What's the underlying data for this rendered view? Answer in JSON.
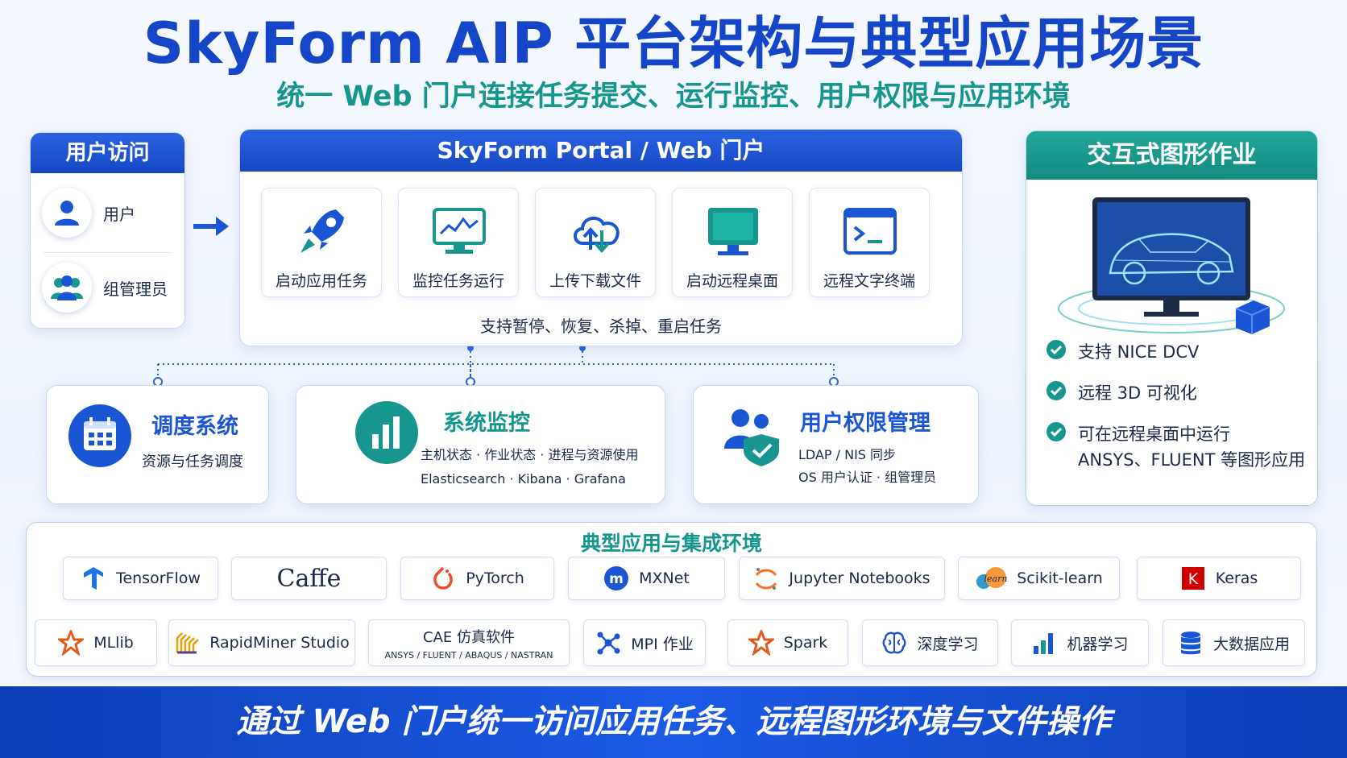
{
  "title": "SkyForm AIP 平台架构与典型应用场景",
  "subtitle": "统一 Web 门户连接任务提交、运行监控、用户权限与应用环境",
  "user_access": {
    "header": "用户访问",
    "items": [
      {
        "label": "用户",
        "icon": "user-icon"
      },
      {
        "label": "组管理员",
        "icon": "group-icon"
      }
    ]
  },
  "portal": {
    "header": "SkyForm Portal / Web 门户",
    "features": [
      {
        "label": "启动应用任务",
        "icon": "rocket-icon"
      },
      {
        "label": "监控任务运行",
        "icon": "monitor-chart-icon"
      },
      {
        "label": "上传下载文件",
        "icon": "cloud-transfer-icon"
      },
      {
        "label": "启动远程桌面",
        "icon": "desktop-icon"
      },
      {
        "label": "远程文字终端",
        "icon": "terminal-icon"
      }
    ],
    "note": "支持暂停、恢复、杀掉、重启任务"
  },
  "graphics": {
    "header": "交互式图形作业",
    "items": [
      {
        "lines": [
          "支持 NICE DCV"
        ]
      },
      {
        "lines": [
          "远程 3D 可视化"
        ]
      },
      {
        "lines": [
          "可在远程桌面中运行",
          "ANSYS、FLUENT 等图形应用"
        ]
      }
    ]
  },
  "scheduler": {
    "title": "调度系统",
    "text": "资源与任务调度",
    "icon": "calendar-icon"
  },
  "monitoring": {
    "title": "系统监控",
    "line1": "主机状态 · 作业状态 · 进程与资源使用",
    "line2": "Elasticsearch · Kibana · Grafana",
    "icon": "bar-chart-icon"
  },
  "permissions": {
    "title": "用户权限管理",
    "line1": "LDAP / NIS 同步",
    "line2": "OS 用户认证 · 组管理员",
    "icon": "user-shield-icon"
  },
  "apps": {
    "title": "典型应用与集成环境",
    "row1": [
      {
        "label": "TensorFlow",
        "icon": "tensorflow-icon"
      },
      {
        "label": "Caffe",
        "icon": ""
      },
      {
        "label": "PyTorch",
        "icon": "pytorch-icon"
      },
      {
        "label": "MXNet",
        "icon": "mxnet-icon"
      },
      {
        "label": "Jupyter Notebooks",
        "icon": "jupyter-icon"
      },
      {
        "label": "Scikit-learn",
        "icon": "scikit-learn-icon"
      },
      {
        "label": "Keras",
        "icon": "keras-icon"
      }
    ],
    "row2": [
      {
        "label": "MLlib",
        "icon": "mllib-icon"
      },
      {
        "label": "RapidMiner Studio",
        "icon": "rapidminer-icon"
      },
      {
        "label": "CAE 仿真软件",
        "sub": "ANSYS / FLUENT / ABAQUS / NASTRAN",
        "icon": ""
      },
      {
        "label": "MPI 作业",
        "icon": "network-nodes-icon"
      },
      {
        "label": "Spark",
        "icon": "spark-star-icon"
      },
      {
        "label": "深度学习",
        "icon": "brain-icon"
      },
      {
        "label": "机器学习",
        "icon": "bar-chart-icon"
      },
      {
        "label": "大数据应用",
        "icon": "database-icon"
      }
    ]
  },
  "footer": "通过 Web 门户统一访问应用任务、远程图形环境与文件操作",
  "colors": {
    "primary_blue": "#1646c8",
    "teal": "#16968e",
    "footer_blue": "#1c5ae6"
  }
}
